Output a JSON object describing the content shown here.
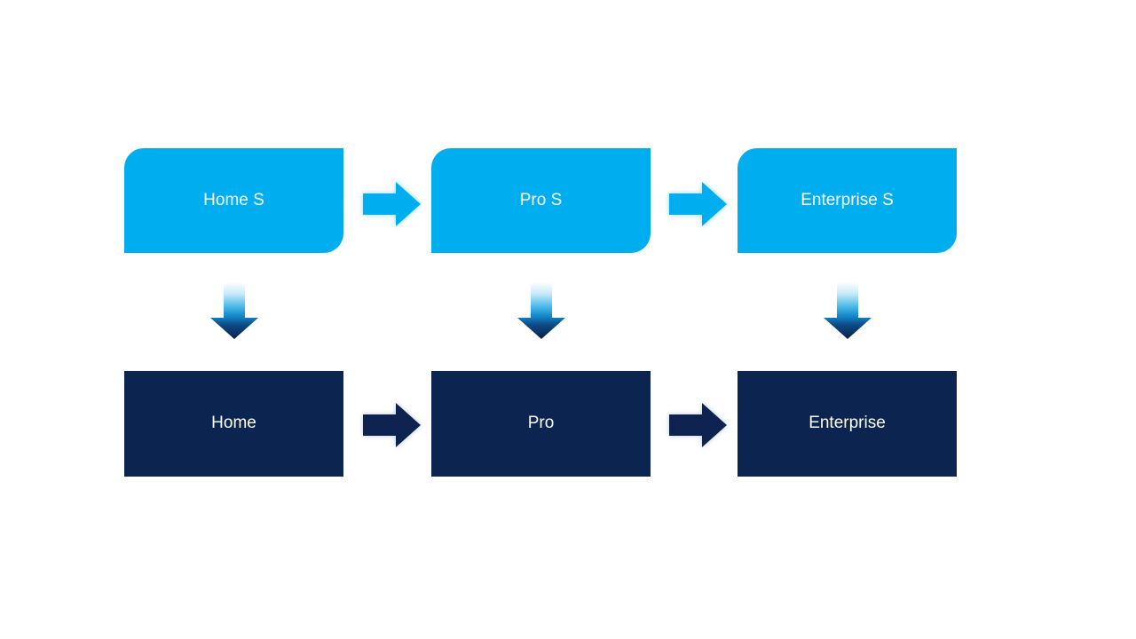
{
  "slide": {
    "diagram": {
      "type": "process-upgrade-flow",
      "top_row": [
        {
          "label": "Home S"
        },
        {
          "label": "Pro S"
        },
        {
          "label": "Enterprise S"
        }
      ],
      "bottom_row": [
        {
          "label": "Home"
        },
        {
          "label": "Pro"
        },
        {
          "label": "Enterprise"
        }
      ],
      "connectors": {
        "horizontal_top": "right-arrow",
        "horizontal_bottom": "right-arrow",
        "vertical": "down-arrow"
      }
    }
  },
  "colors": {
    "canvas_bg": "#FFFFFF",
    "light_blue": "#00AEEF",
    "navy": "#0C2450",
    "box_text": "#FFFFFF",
    "glow_light": "#7FD4F5",
    "glow_dark": "#A9BCD3",
    "down_g0": "#FFFFFF",
    "down_g1": "#C9EAF9",
    "down_g2": "#4FBCEA",
    "down_g3": "#1187C9",
    "down_g4": "#0D4A86",
    "down_g5": "#0A1F44"
  }
}
